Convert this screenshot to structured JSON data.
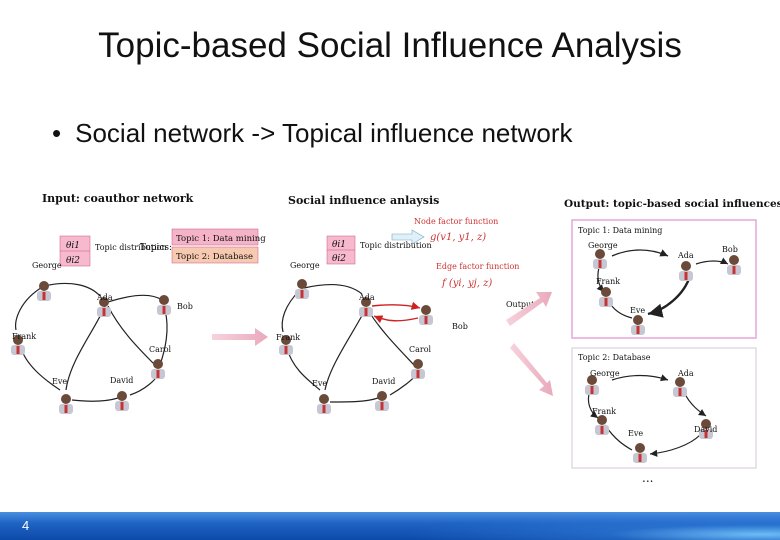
{
  "slide": {
    "title": "Topic-based Social Influence Analysis",
    "bullet": "Social network -> Topical influence network",
    "page_number": "4"
  },
  "input_panel": {
    "heading": "Input: coauthor network",
    "theta1": "θi1",
    "theta2": "θi2",
    "topic_distribution": "Topic distribution",
    "topics_label": "Topics:",
    "topic1": "Topic 1: Data mining",
    "topic2": "Topic 2: Database",
    "nodes": [
      "George",
      "Ada",
      "Bob",
      "Frank",
      "Carol",
      "Eve",
      "David"
    ]
  },
  "analysis_panel": {
    "heading": "Social influence anlaysis",
    "node_factor": "Node factor function",
    "node_func": "g(v1, y1, z)",
    "edge_factor": "Edge factor function",
    "edge_func": "f (yi, yj, z)",
    "output_label": "Output",
    "theta1": "θi1",
    "theta2": "θi2",
    "topic_distribution": "Topic distribution",
    "nodes": [
      "George",
      "Ada",
      "Bob",
      "Frank",
      "Carol",
      "Eve",
      "David"
    ]
  },
  "output_panel": {
    "heading": "Output: topic-based social influences",
    "topic1_box": "Topic 1: Data mining",
    "topic2_box": "Topic 2: Database",
    "t1_nodes": [
      "George",
      "Ada",
      "Bob",
      "Frank",
      "Eve"
    ],
    "t2_nodes": [
      "George",
      "Ada",
      "Frank",
      "Eve",
      "David"
    ],
    "ellipsis": "..."
  },
  "colors": {
    "footer": "#1f63c4",
    "topic_box": "#f5b3c8",
    "output_border": "#e7a6d5",
    "arrow_red": "#cc2222"
  }
}
